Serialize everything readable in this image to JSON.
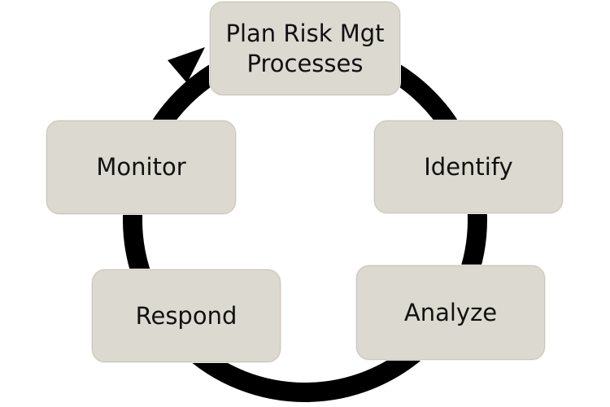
{
  "diagram": {
    "steps": [
      {
        "id": "plan",
        "label": "Plan Risk Mgt\nProcesses"
      },
      {
        "id": "identify",
        "label": "Identify"
      },
      {
        "id": "analyze",
        "label": "Analyze"
      },
      {
        "id": "respond",
        "label": "Respond"
      },
      {
        "id": "monitor",
        "label": "Monitor"
      }
    ],
    "colors": {
      "box_fill": "#dcd9d0",
      "box_border": "#cac6bb",
      "ring": "#000000",
      "text": "#111111"
    },
    "flow_direction": "clockwise"
  }
}
